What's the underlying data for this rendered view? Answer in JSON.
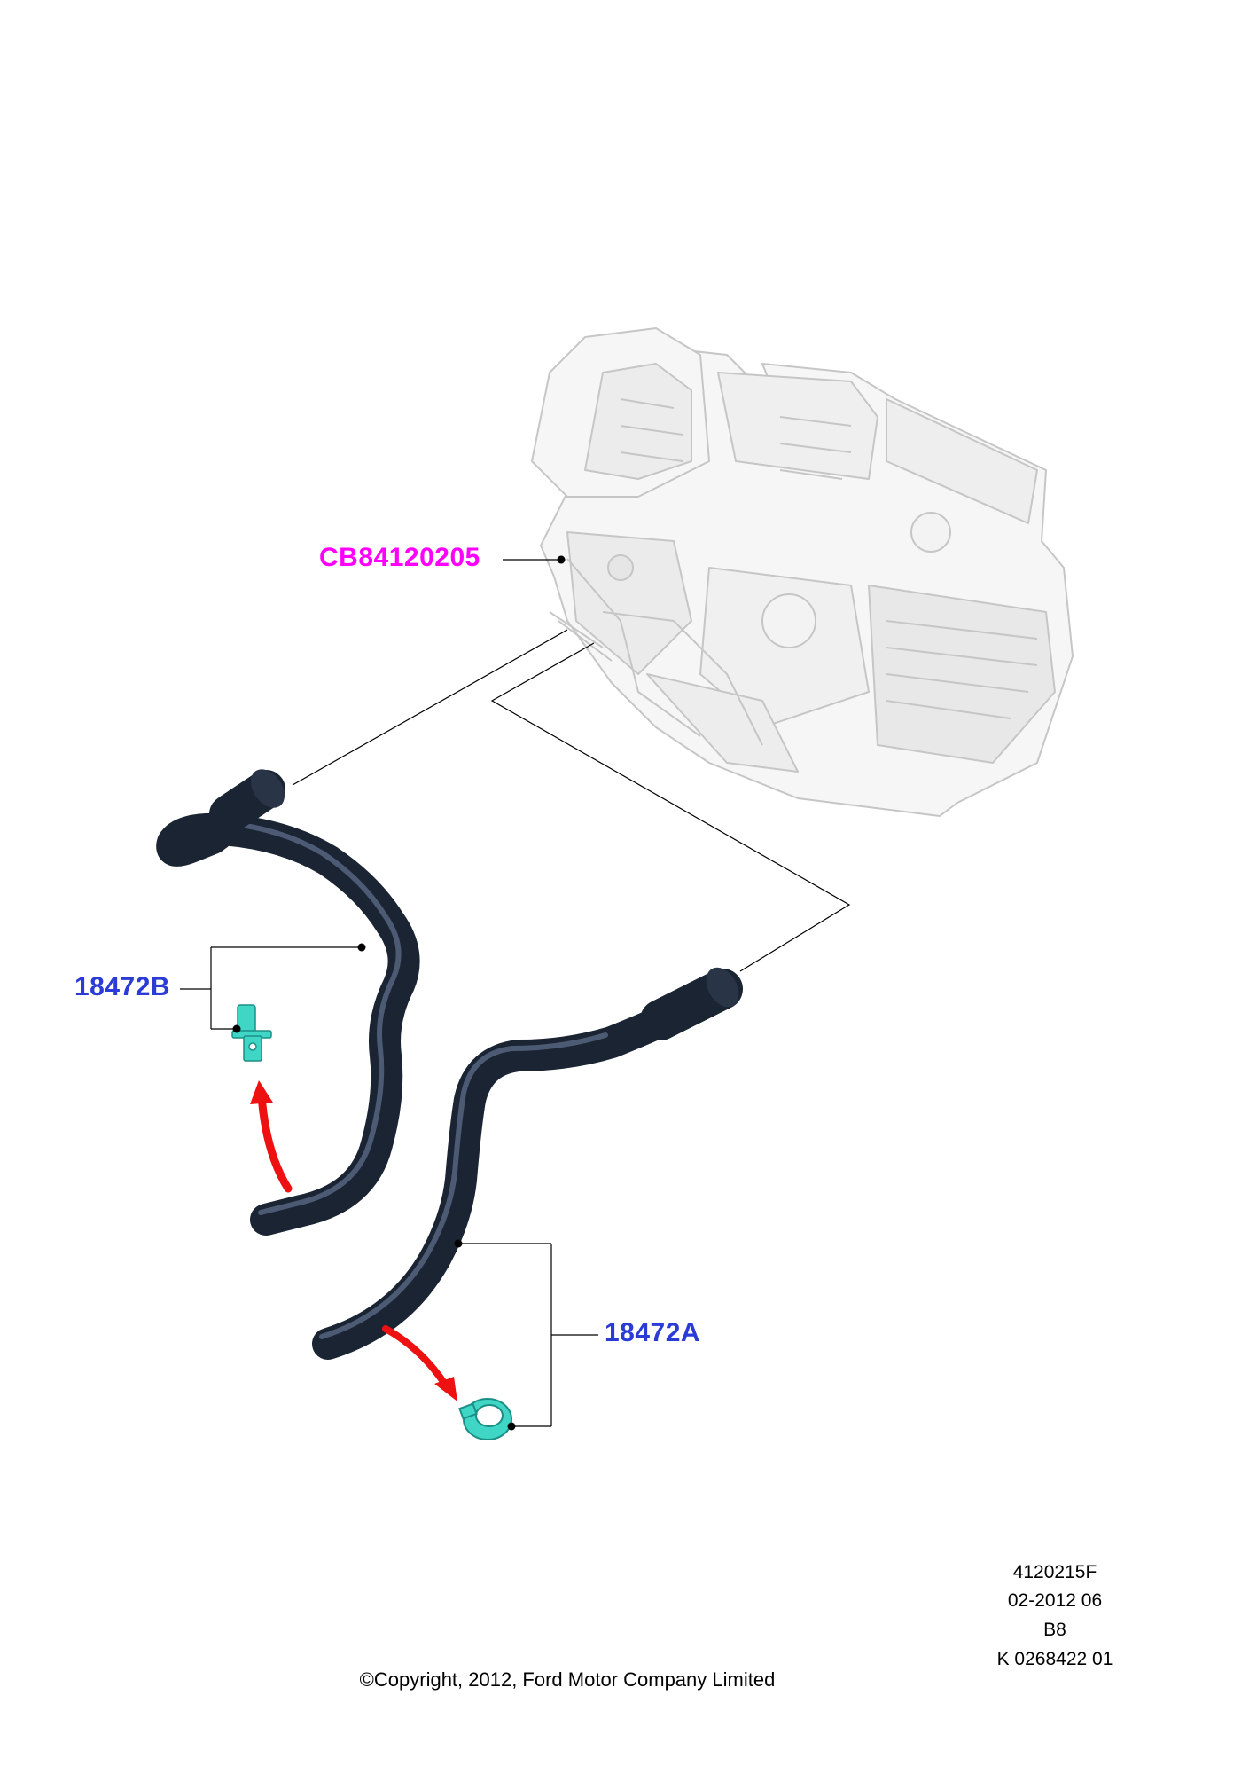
{
  "callouts": {
    "heater_unit": {
      "label": "CB84120205",
      "color": "#ff00ff"
    },
    "hose_b": {
      "label": "18472B",
      "color": "#2b3bd6"
    },
    "hose_a": {
      "label": "18472A",
      "color": "#2b3bd6"
    }
  },
  "drawing_info": {
    "line1": "4120215F",
    "line2": "02-2012 06",
    "line3": "B8",
    "line4": "K 0268422 01"
  },
  "copyright": "©Copyright, 2012, Ford Motor Company Limited",
  "colors": {
    "hose": "#1b2433",
    "clip": "#3fd6c6",
    "arrow": "#ee1111",
    "unit_outline": "#c6c6c6",
    "leader": "#000000"
  }
}
